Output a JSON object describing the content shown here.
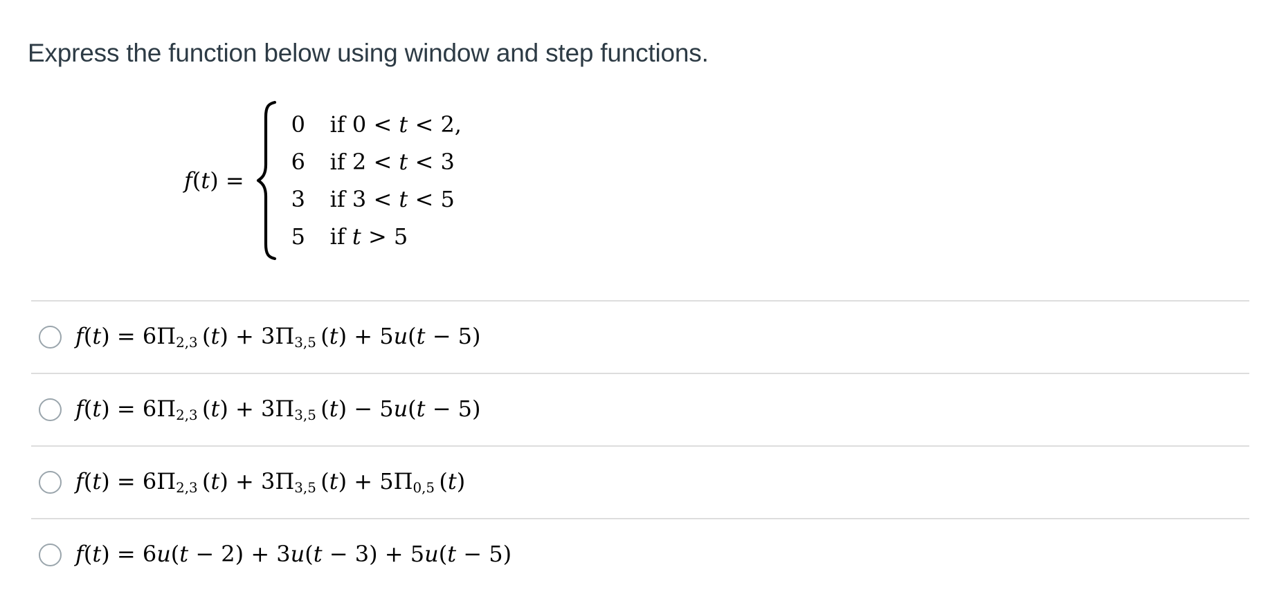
{
  "question": {
    "prompt": "Express the function below using window and step functions."
  },
  "piecewise": {
    "lhs": [
      [
        "i",
        "f"
      ],
      [
        "r",
        "("
      ],
      [
        "i",
        "t"
      ],
      [
        "r",
        ") ="
      ]
    ],
    "rows": [
      {
        "value": "0",
        "condition": [
          [
            "r",
            "if 0 < "
          ],
          [
            "i",
            "t"
          ],
          [
            "r",
            " < 2,"
          ]
        ]
      },
      {
        "value": "6",
        "condition": [
          [
            "r",
            "if 2 < "
          ],
          [
            "i",
            "t"
          ],
          [
            "r",
            " < 3"
          ]
        ]
      },
      {
        "value": "3",
        "condition": [
          [
            "r",
            "if 3 < "
          ],
          [
            "i",
            "t"
          ],
          [
            "r",
            " < 5"
          ]
        ]
      },
      {
        "value": "5",
        "condition": [
          [
            "r",
            "if "
          ],
          [
            "i",
            "t"
          ],
          [
            "r",
            " > 5"
          ]
        ]
      }
    ]
  },
  "options": [
    {
      "id": "a",
      "selected": false,
      "tokens": [
        [
          "i",
          "f"
        ],
        [
          "r",
          "("
        ],
        [
          "i",
          "t"
        ],
        [
          "r",
          ") = 6Π"
        ],
        [
          "s",
          "2,3"
        ],
        [
          "r",
          " ("
        ],
        [
          "i",
          "t"
        ],
        [
          "r",
          ") + 3Π"
        ],
        [
          "s",
          "3,5"
        ],
        [
          "r",
          " ("
        ],
        [
          "i",
          "t"
        ],
        [
          "r",
          ") + 5"
        ],
        [
          "i",
          "u"
        ],
        [
          "r",
          "("
        ],
        [
          "i",
          "t"
        ],
        [
          "r",
          " − 5)"
        ]
      ]
    },
    {
      "id": "b",
      "selected": false,
      "tokens": [
        [
          "i",
          "f"
        ],
        [
          "r",
          "("
        ],
        [
          "i",
          "t"
        ],
        [
          "r",
          ") = 6Π"
        ],
        [
          "s",
          "2,3"
        ],
        [
          "r",
          " ("
        ],
        [
          "i",
          "t"
        ],
        [
          "r",
          ") + 3Π"
        ],
        [
          "s",
          "3,5"
        ],
        [
          "r",
          " ("
        ],
        [
          "i",
          "t"
        ],
        [
          "r",
          ") − 5"
        ],
        [
          "i",
          "u"
        ],
        [
          "r",
          "("
        ],
        [
          "i",
          "t"
        ],
        [
          "r",
          " − 5)"
        ]
      ]
    },
    {
      "id": "c",
      "selected": false,
      "tokens": [
        [
          "i",
          "f"
        ],
        [
          "r",
          "("
        ],
        [
          "i",
          "t"
        ],
        [
          "r",
          ") = 6Π"
        ],
        [
          "s",
          "2,3"
        ],
        [
          "r",
          " ("
        ],
        [
          "i",
          "t"
        ],
        [
          "r",
          ") + 3Π"
        ],
        [
          "s",
          "3,5"
        ],
        [
          "r",
          " ("
        ],
        [
          "i",
          "t"
        ],
        [
          "r",
          ") + 5Π"
        ],
        [
          "s",
          "0,5"
        ],
        [
          "r",
          " ("
        ],
        [
          "i",
          "t"
        ],
        [
          "r",
          ")"
        ]
      ]
    },
    {
      "id": "d",
      "selected": false,
      "tokens": [
        [
          "i",
          "f"
        ],
        [
          "r",
          "("
        ],
        [
          "i",
          "t"
        ],
        [
          "r",
          ") = 6"
        ],
        [
          "i",
          "u"
        ],
        [
          "r",
          "("
        ],
        [
          "i",
          "t"
        ],
        [
          "r",
          " − 2) + 3"
        ],
        [
          "i",
          "u"
        ],
        [
          "r",
          "("
        ],
        [
          "i",
          "t"
        ],
        [
          "r",
          " − 3) + 5"
        ],
        [
          "i",
          "u"
        ],
        [
          "r",
          "("
        ],
        [
          "i",
          "t"
        ],
        [
          "r",
          " − 5)"
        ]
      ]
    }
  ],
  "colors": {
    "prompt_text": "#2d3b45",
    "divider": "#dddddd",
    "radio_border": "#9aa5ac",
    "math_text": "#000000"
  }
}
